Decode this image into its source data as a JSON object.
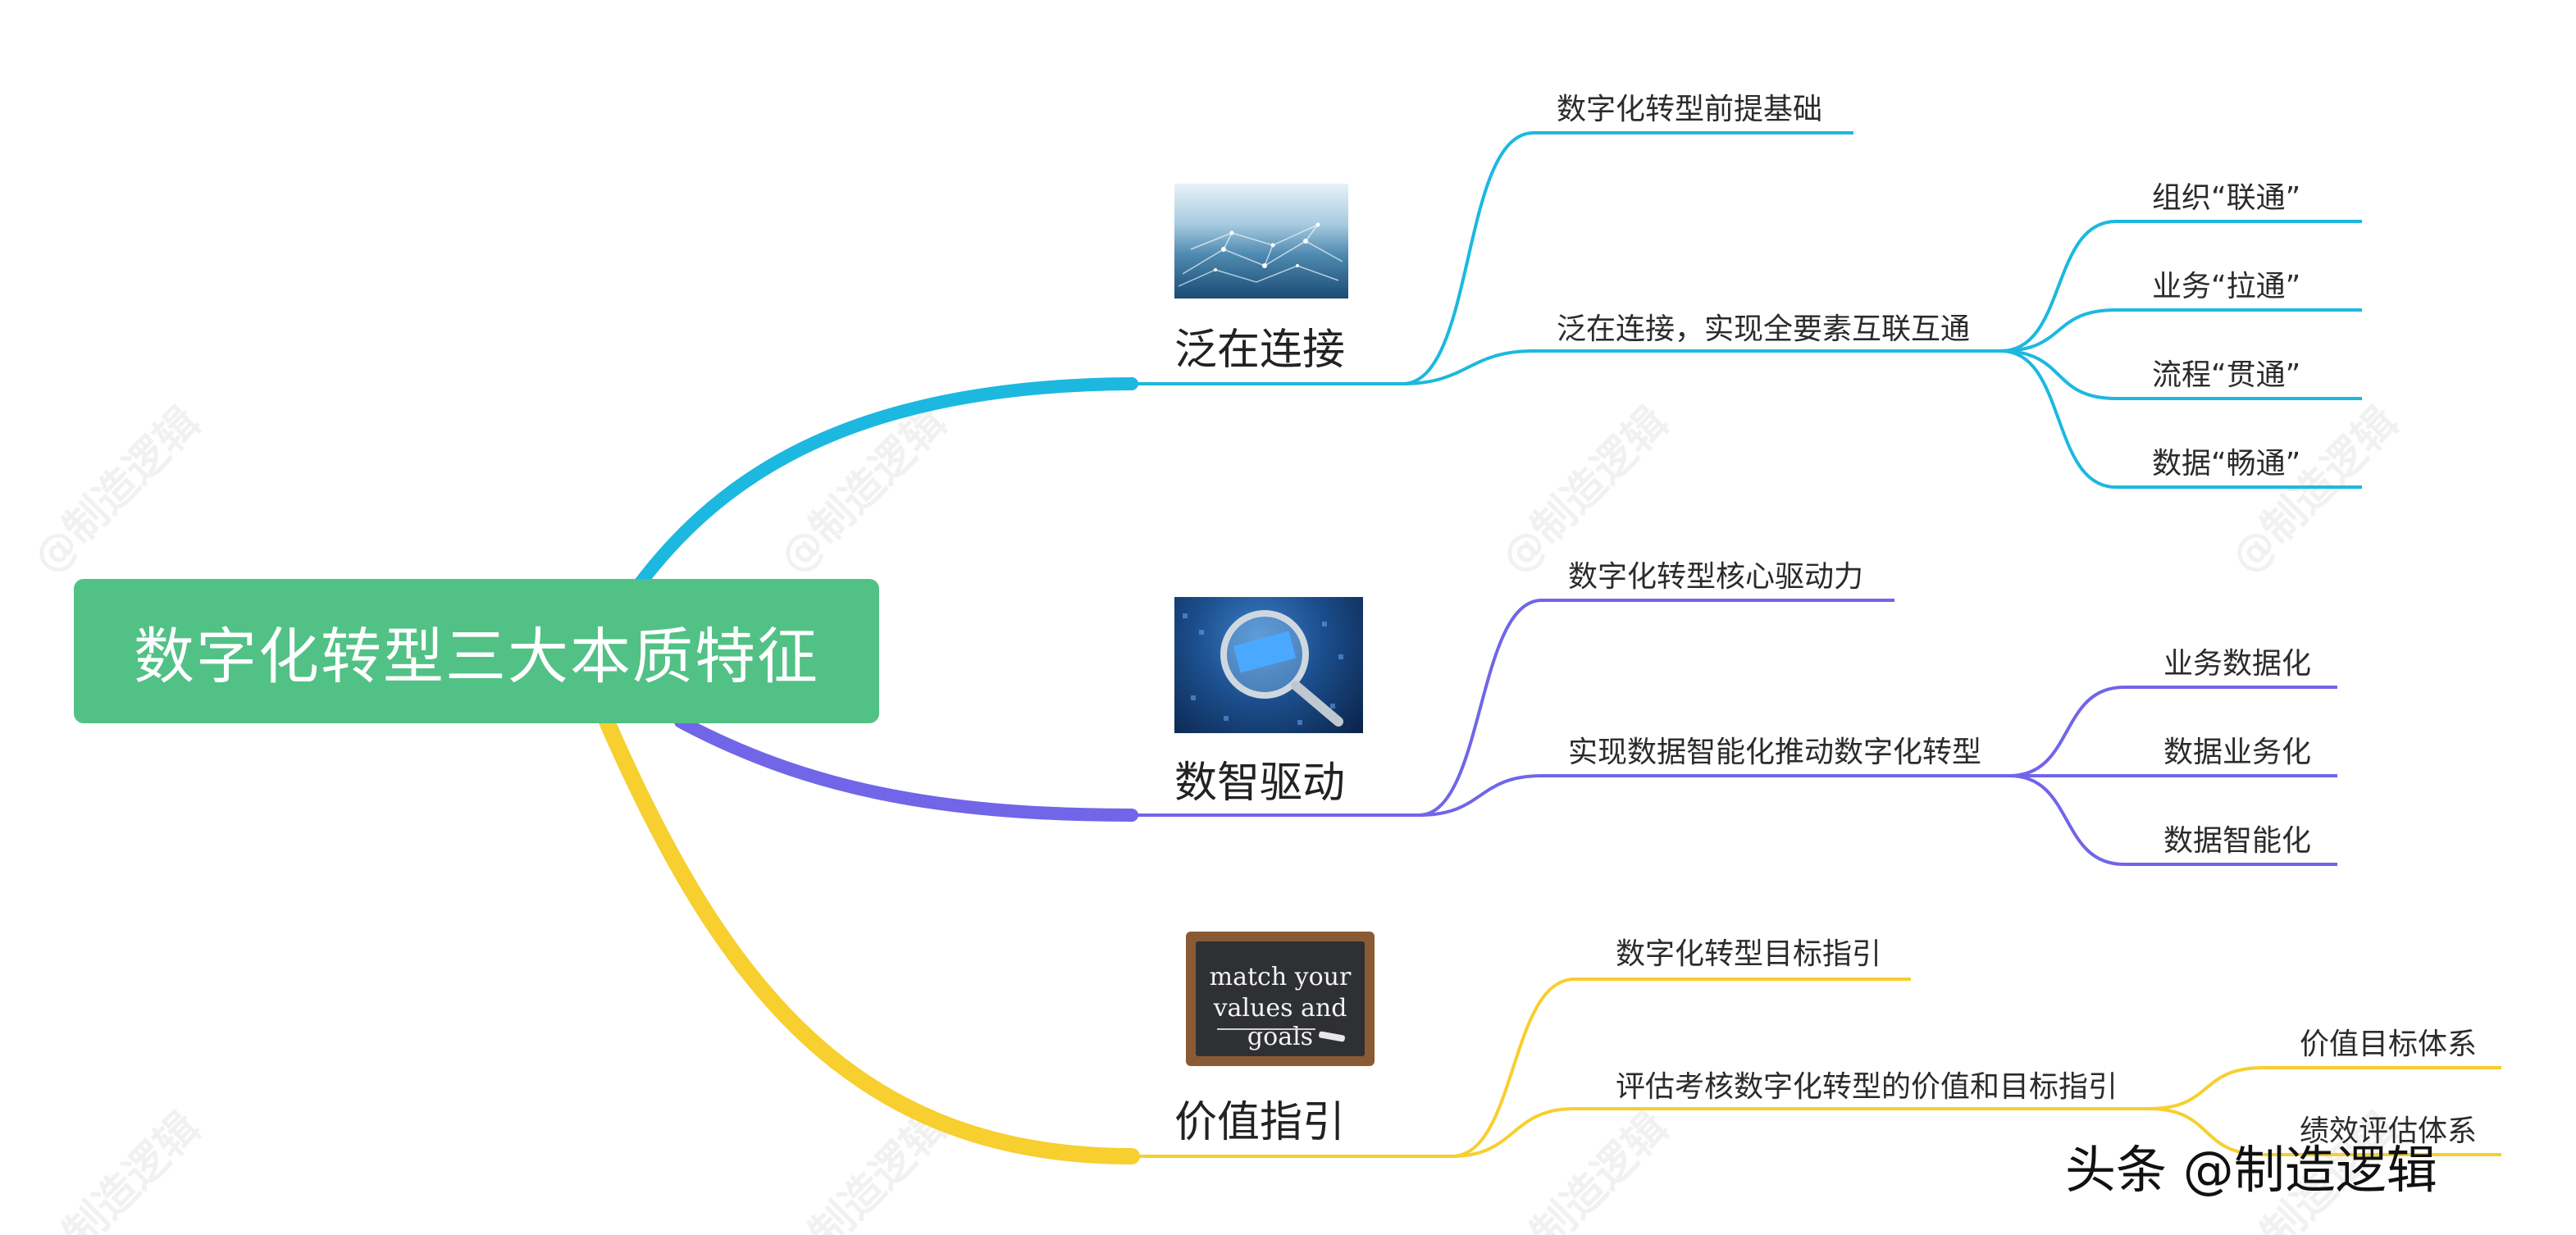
{
  "root": {
    "title": "数字化转型三大本质特征",
    "color": "#52c185"
  },
  "branches": [
    {
      "label": "泛在连接",
      "color": "#1cb8e0",
      "image_icon": "network-city-image",
      "children": [
        {
          "label": "数字化转型前提基础",
          "children": []
        },
        {
          "label": "泛在连接，实现全要素互联互通",
          "children": [
            "组织“联通”",
            "业务“拉通”",
            "流程“贯通”",
            "数据“畅通”"
          ]
        }
      ]
    },
    {
      "label": "数智驱动",
      "color": "#7165e8",
      "image_icon": "magnifier-data-image",
      "children": [
        {
          "label": "数字化转型核心驱动力",
          "children": []
        },
        {
          "label": "实现数据智能化推动数字化转型",
          "children": [
            "业务数据化",
            "数据业务化",
            "数据智能化"
          ]
        }
      ]
    },
    {
      "label": "价值指引",
      "color": "#f7cf2e",
      "image_icon": "chalkboard-goals-image",
      "image_text": [
        "match your",
        "values and goals"
      ],
      "children": [
        {
          "label": "数字化转型目标指引",
          "children": []
        },
        {
          "label": "评估考核数字化转型的价值和目标指引",
          "children": [
            "价值目标体系",
            "绩效评估体系"
          ]
        }
      ]
    }
  ],
  "watermark": {
    "repeated": "@制造逻辑",
    "footer": "头条 @制造逻辑"
  }
}
